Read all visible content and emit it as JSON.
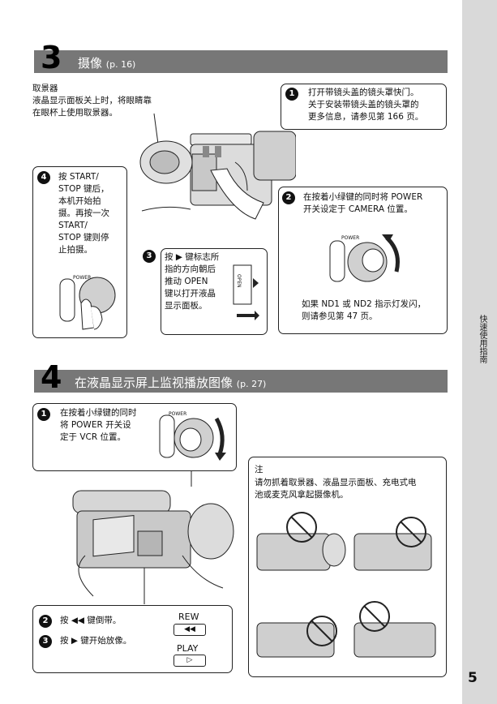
{
  "sidebar": {
    "label": "快速使用指南"
  },
  "page_number": "5",
  "step3": {
    "number": "3",
    "title": "摄像",
    "ref": "(p. 16)",
    "viewfinder_label": "取景器",
    "viewfinder_text_1": "液晶显示面板关上时，将眼睛靠",
    "viewfinder_text_2": "在眼杯上使用取景器。",
    "box1": {
      "num": "1",
      "lines": [
        "打开带镜头盖的镜头罩快门。",
        "关于安装带镜头盖的镜头罩的",
        "更多信息，请参见第 166 页。"
      ]
    },
    "box2": {
      "num": "2",
      "lines": [
        "在按着小绿键的同时将 POWER",
        "开关设定于 CAMERA 位置。"
      ],
      "note": [
        "如果 ND1 或 ND2 指示灯发闪，",
        "则请参见第 47 页。"
      ],
      "dial_label": "POWER"
    },
    "box3": {
      "num": "3",
      "lines": [
        "按 ▶ 键标志所",
        "指的方向朝后",
        "推动 OPEN",
        "键以打开液晶",
        "显示面板。"
      ],
      "open_label": "OPEN"
    },
    "box4": {
      "num": "4",
      "lines": [
        "按 START/",
        "STOP 键后，",
        "本机开始拍",
        "摄。再按一次",
        "START/",
        "STOP 键则停",
        "止拍摄。"
      ],
      "dial_label": "POWER"
    }
  },
  "step4": {
    "number": "4",
    "title": "在液晶显示屏上监视播放图像",
    "ref": "(p. 27)",
    "box1": {
      "num": "1",
      "lines": [
        "在按着小绿键的同时",
        "将 POWER 开关设",
        "定于 VCR 位置。"
      ],
      "dial_label": "POWER"
    },
    "box2": {
      "rows": [
        {
          "num": "2",
          "text": "按 ◀◀ 键倒带。",
          "button_label": "REW",
          "button_glyph": "◀◀"
        },
        {
          "num": "3",
          "text": "按 ▶ 键开始放像。",
          "button_label": "PLAY",
          "button_glyph": "▷"
        }
      ]
    },
    "note": {
      "title": "注",
      "lines": [
        "请勿抓着取景器、液晶显示面板、充电式电",
        "池或麦克风拿起摄像机。"
      ]
    }
  }
}
